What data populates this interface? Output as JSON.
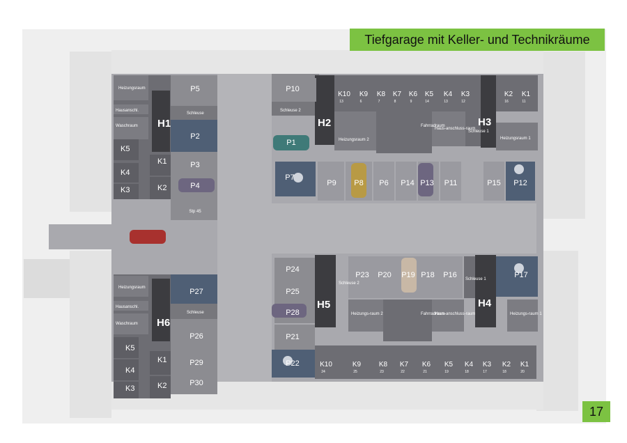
{
  "title": "Tiefgarage mit Keller- und Technikräume",
  "page_number": "17",
  "colors": {
    "accent": "#7cc242",
    "garage_floor": "#a9a9ae",
    "room_fill": "#6d6d73",
    "highlight_bay": "#4f5f75"
  },
  "stairwells": {
    "h1": "H1",
    "h2": "H2",
    "h3": "H3",
    "h4": "H4",
    "h5": "H5",
    "h6": "H6"
  },
  "parking": {
    "p1": "P1",
    "p2": "P2",
    "p3": "P3",
    "p4": "P4",
    "p5": "P5",
    "p6": "P6",
    "p7": "P7",
    "p8": "P8",
    "p9": "P9",
    "p10": "P10",
    "p11": "P11",
    "p12": "P12",
    "p13": "P13",
    "p14": "P14",
    "p15": "P15",
    "p16": "P16",
    "p17": "P17",
    "p18": "P18",
    "p19": "P19",
    "p20": "P20",
    "p21": "P21",
    "p22": "P22",
    "p23": "P23",
    "p24": "P24",
    "p25": "P25",
    "p26": "P26",
    "p27": "P27",
    "p28": "P28",
    "p29": "P29",
    "p30": "P30",
    "stp45": "Stp 45"
  },
  "rooms": {
    "heizungsraum": "Heizungsraum",
    "hausanschl": "Hausanschl.",
    "waschraum": "Waschraum",
    "schleuse": "Schleuse",
    "schleuse2": "Schleuse 2",
    "schleuse1": "Schleuse 1",
    "heizungsraum1": "Heizungsraum 1",
    "heizungsraum2": "Heizungsraum 2",
    "hausanschlussraum": "Haus-anschluss-raum",
    "fahrradraum": "Fahrradraum",
    "heizungsraum_2_split": "Heizungs-raum 2",
    "heizungsraum_1_split": "Heizungs-raum 1"
  },
  "cellars_left_top": {
    "k1": "K1",
    "k2": "K2",
    "k3": "K3",
    "k4": "K4",
    "k5": "K5"
  },
  "cellars_left_bottom": {
    "k1": "K1",
    "k2": "K2",
    "k3": "K3",
    "k4": "K4",
    "k5": "K5"
  },
  "cellars_top_right": {
    "k10": "K10",
    "k9": "K9",
    "k8": "K8",
    "k7": "K7",
    "k6": "K6",
    "k5": "K5",
    "k4": "K4",
    "k3": "K3",
    "k2": "K2",
    "k1": "K1"
  },
  "cellars_top_right_nums": {
    "k10": "13",
    "k9": "6",
    "k8": "7",
    "k7": "8",
    "k6": "9",
    "k5": "14",
    "k4": "13",
    "k3": "12",
    "k2": "16",
    "k1": "11"
  },
  "cellars_bottom_right": {
    "k10": "K10",
    "k9": "K9",
    "k8": "K8",
    "k7": "K7",
    "k6": "K6",
    "k5": "K5",
    "k4": "K4",
    "k3": "K3",
    "k2": "K2",
    "k1": "K1"
  },
  "cellars_bottom_right_nums": {
    "k10": "24",
    "k9": "25",
    "k8": "23",
    "k7": "22",
    "k6": "21",
    "k5": "19",
    "k4": "18",
    "k3": "17",
    "k2": "18",
    "k1": "20"
  }
}
